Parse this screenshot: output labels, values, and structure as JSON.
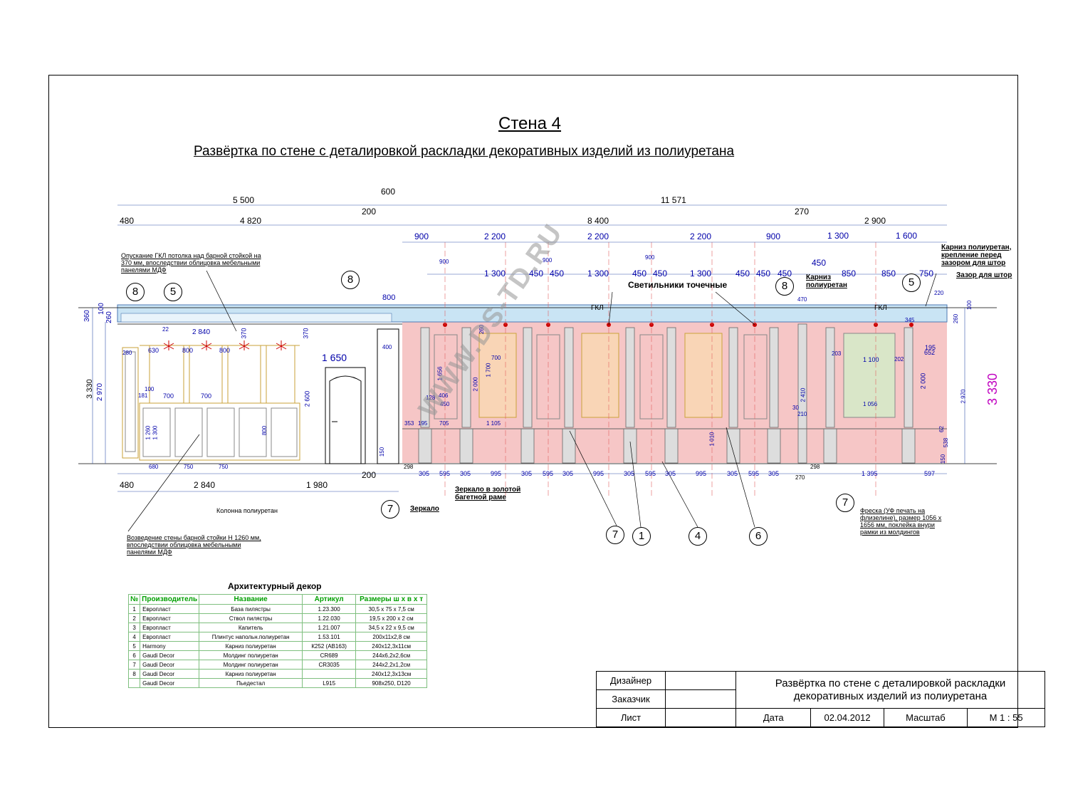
{
  "title": "Стена 4",
  "subtitle": "Развёртка по стене с деталировкой раскладки декоративных изделий из полиуретана",
  "watermark": "WWW.DS-TD.RU",
  "dims_top": {
    "total_left": "5 500",
    "offset_600": "600",
    "total_right": "11 571",
    "d480": "480",
    "d4820": "4 820",
    "d200": "200",
    "d8400": "8 400",
    "d270": "270",
    "d2900": "2 900",
    "row3": [
      "900",
      "2 200",
      "2 200",
      "2 200",
      "900",
      "1 300",
      "1 600"
    ],
    "row4": [
      "1 300",
      "450",
      "450",
      "1 300",
      "450",
      "450",
      "1 300",
      "450",
      "450",
      "450",
      "450",
      "850",
      "850",
      "750"
    ],
    "small900": [
      "900",
      "900",
      "900"
    ],
    "d800": "800",
    "d470": "470",
    "d450": "450",
    "d220": "220"
  },
  "dims_bottom": {
    "b480": "480",
    "b2840": "2 840",
    "b1980": "1 980",
    "b200": "200",
    "b298": "298",
    "b270": "270",
    "b298b": "298",
    "row": [
      "305",
      "595",
      "305",
      "995",
      "305",
      "595",
      "305",
      "995",
      "305",
      "595",
      "305",
      "995",
      "305",
      "595",
      "305"
    ],
    "b1395": "1 395",
    "b597": "597",
    "b680": "680",
    "b750a": "750",
    "b750b": "750"
  },
  "dims_left": {
    "h3330": "3 330",
    "h2970": "2 970",
    "h360": "360",
    "h260": "260",
    "h100": "100"
  },
  "dims_right": {
    "h3330": "3 330",
    "h2970": "2 970",
    "h2000": "2 000",
    "h652": "652",
    "h195": "195",
    "h538": "538",
    "h260": "260",
    "h100": "100",
    "h62": "62",
    "h150": "150"
  },
  "dims_misc": {
    "d1650": "1 650",
    "d2840": "2 840",
    "d370": "370",
    "d370b": "370",
    "d630": "630",
    "d800a": "800",
    "d800b": "800",
    "d700a": "700",
    "d700b": "700",
    "d100": "100",
    "d181": "181",
    "d280": "280",
    "d2600": "2 600",
    "d400": "400",
    "d1260": "1 260",
    "d1300": "1 300",
    "d800c": "800",
    "d150": "150",
    "d1105": "1 105",
    "d1700": "1 700",
    "d2000": "2 000",
    "d1010": "1 010",
    "d705": "705",
    "d195": "195",
    "d353": "353",
    "d1656": "1 656",
    "d406": "406",
    "d450b": "450",
    "d128": "128",
    "d1100": "1 100",
    "d1056": "1 056",
    "d203": "203",
    "d202": "202",
    "d260": "260",
    "d22": "22",
    "d2410": "2 410",
    "d30": "30",
    "d210": "210",
    "d345": "345"
  },
  "labels": {
    "gkl": "ГКЛ",
    "gkl2": "ГКЛ",
    "spot": "Светильники точечные",
    "karniz": "Карниз полиуретан",
    "karniz_right": "Карниз полиуретан, крепление перед зазором для штор",
    "zazor": "Зазор для штор",
    "opuskanie": "Опускание ГКЛ потолка над барной стойкой на 370 мм, впоследствии облицовка мебельными панелями МДФ",
    "kolonna": "Колонна полиуретан",
    "vozvedenie": "Возведение стены барной стойки Н 1260 мм, впоследствии облицовка мебельными панелями МДФ",
    "zerkalo_gold": "Зеркало в золотой багетной раме",
    "zerkalo": "Зеркало",
    "freska": "Фреска (УФ печать на флизелине), размер 1056 х 1656 мм, поклейка внури рамки из молдингов"
  },
  "callouts": [
    "8",
    "5",
    "8",
    "7",
    "8",
    "5",
    "7",
    "1",
    "4",
    "6",
    "7"
  ],
  "decor_table": {
    "title": "Архитектурный декор",
    "headers": [
      "№",
      "Производитель",
      "Название",
      "Артикул",
      "Размеры ш х в х т"
    ],
    "rows": [
      [
        "1",
        "Европласт",
        "База пилястры",
        "1.23.300",
        "30,5 х 75 х 7,5 см"
      ],
      [
        "2",
        "Европласт",
        "Ствол пилястры",
        "1.22.030",
        "19,5 х 200 х 2 см"
      ],
      [
        "3",
        "Европласт",
        "Капитель",
        "1.21.007",
        "34,5 х 22 х 9,5 см"
      ],
      [
        "4",
        "Европласт",
        "Плинтус напольн.полиуретан",
        "1.53.101",
        "200х11х2,8 см"
      ],
      [
        "5",
        "Harmony",
        "Карниз полиуретан",
        "К252 (AB163)",
        "240х12,3х11см"
      ],
      [
        "6",
        "Gaudi Decor",
        "Молдинг полиуретан",
        "CR689",
        "244х6,2х2,6см"
      ],
      [
        "7",
        "Gaudi Decor",
        "Молдинг полиуретан",
        "CR3035",
        "244х2,2х1,2см"
      ],
      [
        "8",
        "Gaudi Decor",
        "Карниз полиуретан",
        "",
        "240х12,3х13см"
      ],
      [
        "",
        "Gaudi Decor",
        "Пьедестал",
        "L915",
        "908х250, D120"
      ]
    ]
  },
  "stamp": {
    "designer": "Дизайнер",
    "customer": "Заказчик",
    "sheet": "Лист",
    "description": "Развёртка по стене с деталировкой раскладки декоративных изделий из полиуретана",
    "date_label": "Дата",
    "date": "02.04.2012",
    "scale_label": "Масштаб",
    "scale": "М 1 : 55"
  }
}
